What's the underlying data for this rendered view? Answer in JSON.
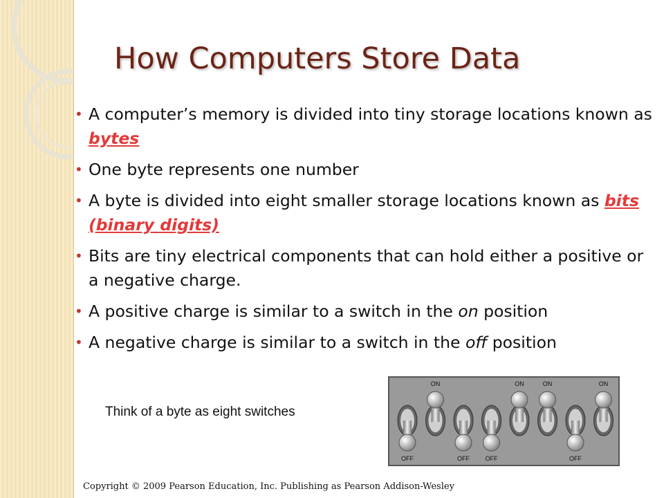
{
  "title": "How Computers Store Data",
  "bullets": [
    {
      "pre": "A computer’s memory is divided into tiny storage locations known as ",
      "term": "bytes",
      "post": ""
    },
    {
      "text": "One byte represents one number"
    },
    {
      "pre": "A byte is divided into eight smaller storage locations known as ",
      "term": "bits (binary digits)",
      "post": ""
    },
    {
      "text": "Bits are tiny electrical components that can hold either a positive or a negative charge."
    },
    {
      "pre": "A positive charge is similar to a switch in the ",
      "em": "on",
      "post": " position"
    },
    {
      "pre": "A negative charge is similar to a switch in the ",
      "em": "off",
      "post": " position"
    }
  ],
  "caption": "Think of a byte as eight switches",
  "switches": {
    "on_label": "ON",
    "off_label": "OFF",
    "states": [
      "off",
      "on",
      "off",
      "off",
      "on",
      "on",
      "off",
      "on"
    ]
  },
  "copyright": "Copyright © 2009 Pearson Education, Inc. Publishing as Pearson Addison-Wesley",
  "colors": {
    "title": "#6b2416",
    "term": "#e33a3a",
    "sidebar": "#f3e2b6",
    "bullet": "#c0392b"
  }
}
